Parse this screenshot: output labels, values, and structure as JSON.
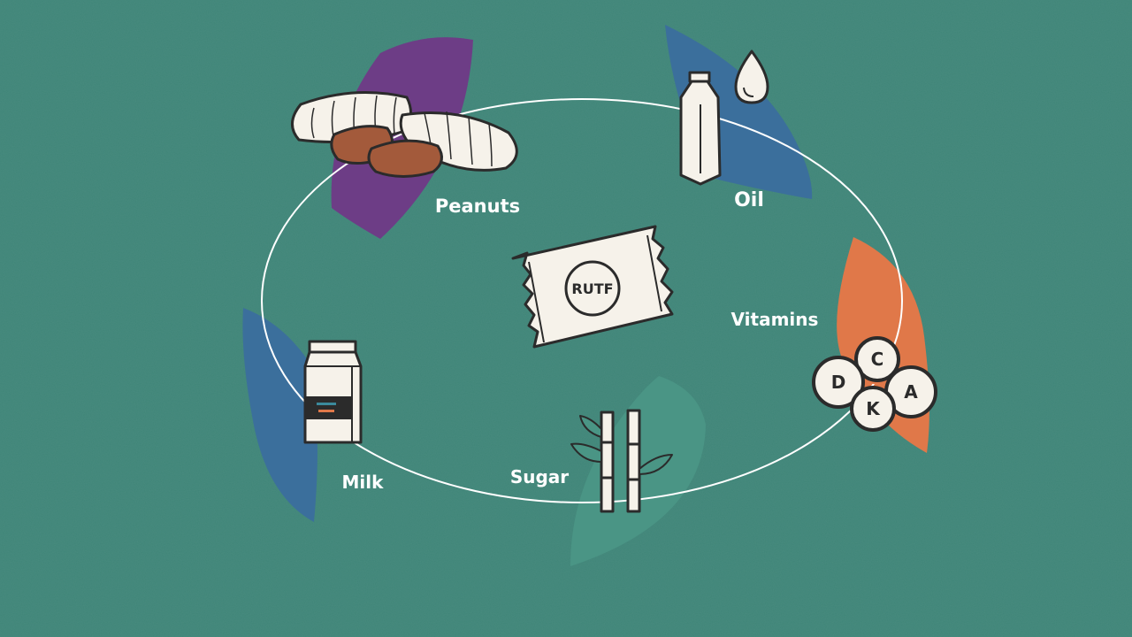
{
  "center_label": "RUTF",
  "ingredients": {
    "peanuts": "Peanuts",
    "oil": "Oil",
    "vitamins": "Vitamins",
    "sugar": "Sugar",
    "milk": "Milk"
  },
  "vitamin_letters": [
    "C",
    "D",
    "A",
    "K"
  ],
  "colors": {
    "background": "#3f8578",
    "peanuts_accent": "#6d3d86",
    "oil_accent": "#3b6f9c",
    "vitamins_accent": "#e07849",
    "sugar_accent": "#4a9585",
    "milk_accent": "#3b6f9c",
    "icon_fill": "#f6f2ea",
    "icon_stroke": "#2b2b2b"
  }
}
